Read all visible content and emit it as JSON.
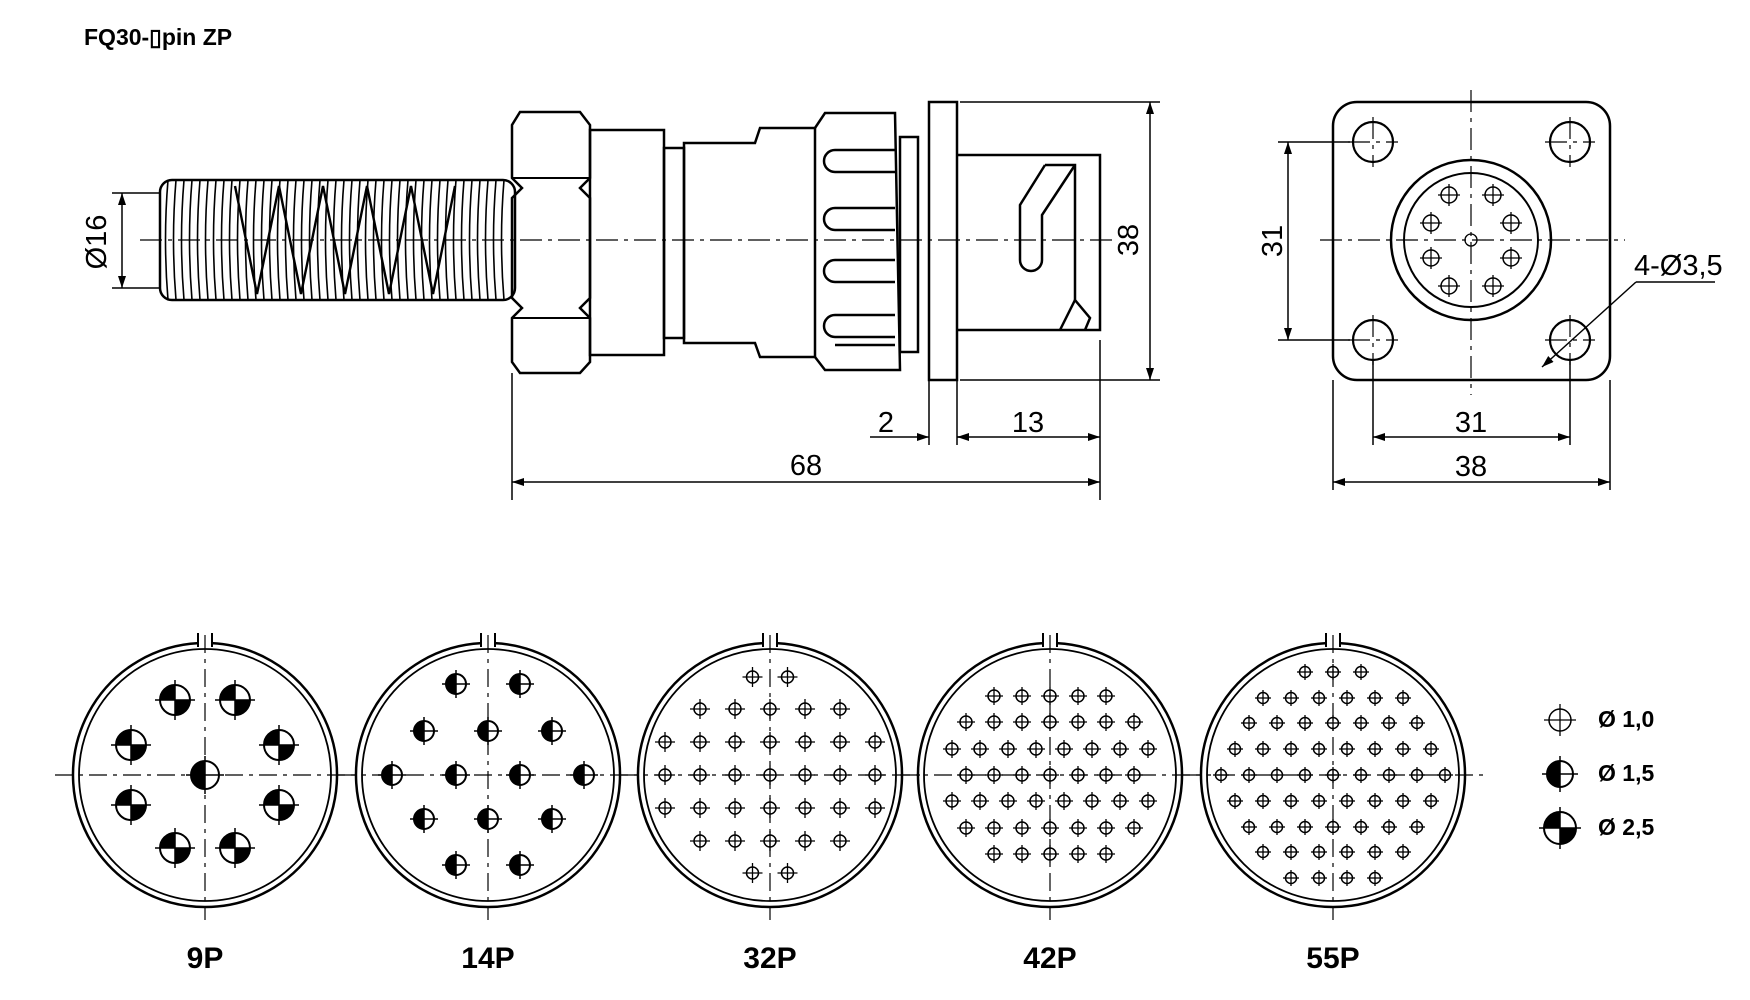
{
  "title": "FQ30-▯pin ZP",
  "dimensions": {
    "cable_dia": "Ø16",
    "height": "38",
    "flange_thickness": "2",
    "front_length": "13",
    "total_length": "68",
    "mount_height": "31",
    "mount_width": "31",
    "flange_width": "38",
    "mount_holes": "4-Ø3,5"
  },
  "layouts": [
    {
      "label": "9P"
    },
    {
      "label": "14P"
    },
    {
      "label": "32P"
    },
    {
      "label": "42P"
    },
    {
      "label": "55P"
    }
  ],
  "legend": [
    {
      "text": "Ø  1,0"
    },
    {
      "text": "Ø  1,5"
    },
    {
      "text": "Ø  2,5"
    }
  ]
}
